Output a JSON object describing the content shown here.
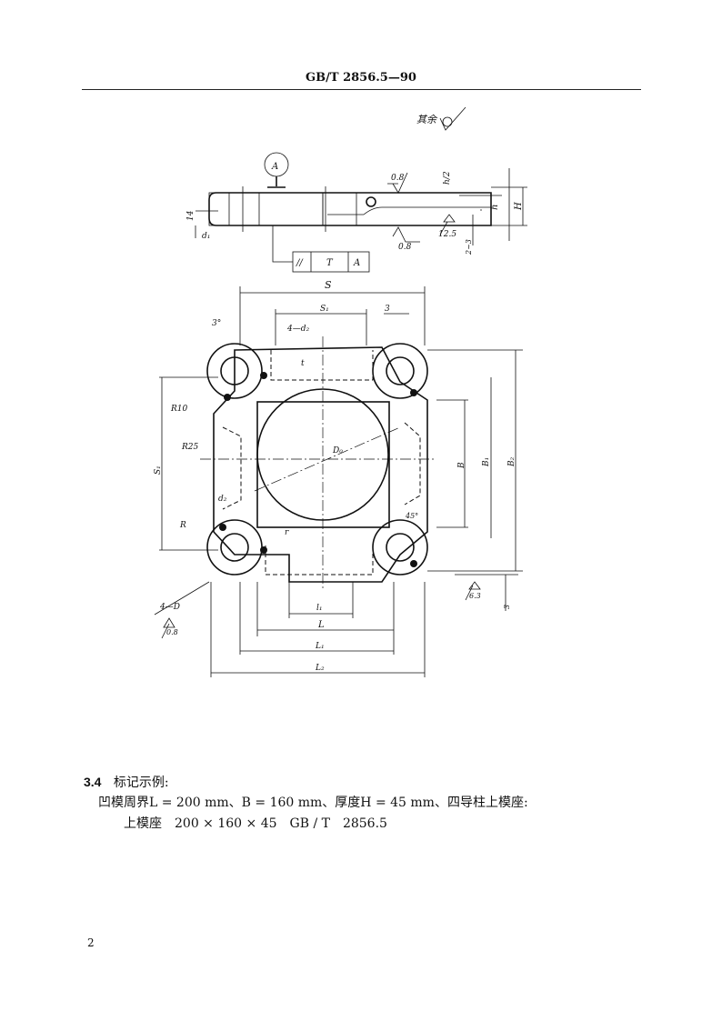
{
  "header": {
    "standard_no": "GB/T 2856.5—90"
  },
  "drawing": {
    "roughness_note": "其余",
    "section_view": {
      "datum": "A",
      "roughness_top": "0.8",
      "roughness_bottom": "0.8",
      "roughness_side": "12.5",
      "dim_h_half": "h/2",
      "dim_h": "h",
      "dim_H": "H",
      "dim_14": "14",
      "dim_d1": "d₁",
      "dim_2_3": "2~3",
      "tolerance_frame": [
        "//",
        "T",
        "A"
      ]
    },
    "plan_view": {
      "S": "S",
      "S1": "S₁",
      "dim_3_top": "3",
      "d2_4": "4—d₂",
      "t": "t",
      "angle_3": "3°",
      "R10": "R10",
      "R25": "R25",
      "S1_left": "S₁",
      "D0": "D₀",
      "B": "B",
      "B1": "B₁",
      "B2": "B₂",
      "d2": "d₂",
      "R": "R",
      "r": "r",
      "angle_45": "45°",
      "D_4": "4—D",
      "roughness_08": "0.8",
      "roughness_63": "6.3",
      "dim_3_right": "3",
      "l1": "l₁",
      "L": "L",
      "L1": "L₁",
      "L2": "L₂"
    }
  },
  "section": {
    "number": "3.4",
    "title": "标记示例:"
  },
  "example": {
    "line1": "凹模周界L = 200 mm、B = 160 mm、厚度H = 45 mm、四导柱上模座:",
    "line2": "上模座　200 × 160 × 45　GB / T　2856.5"
  },
  "page_number": "2"
}
